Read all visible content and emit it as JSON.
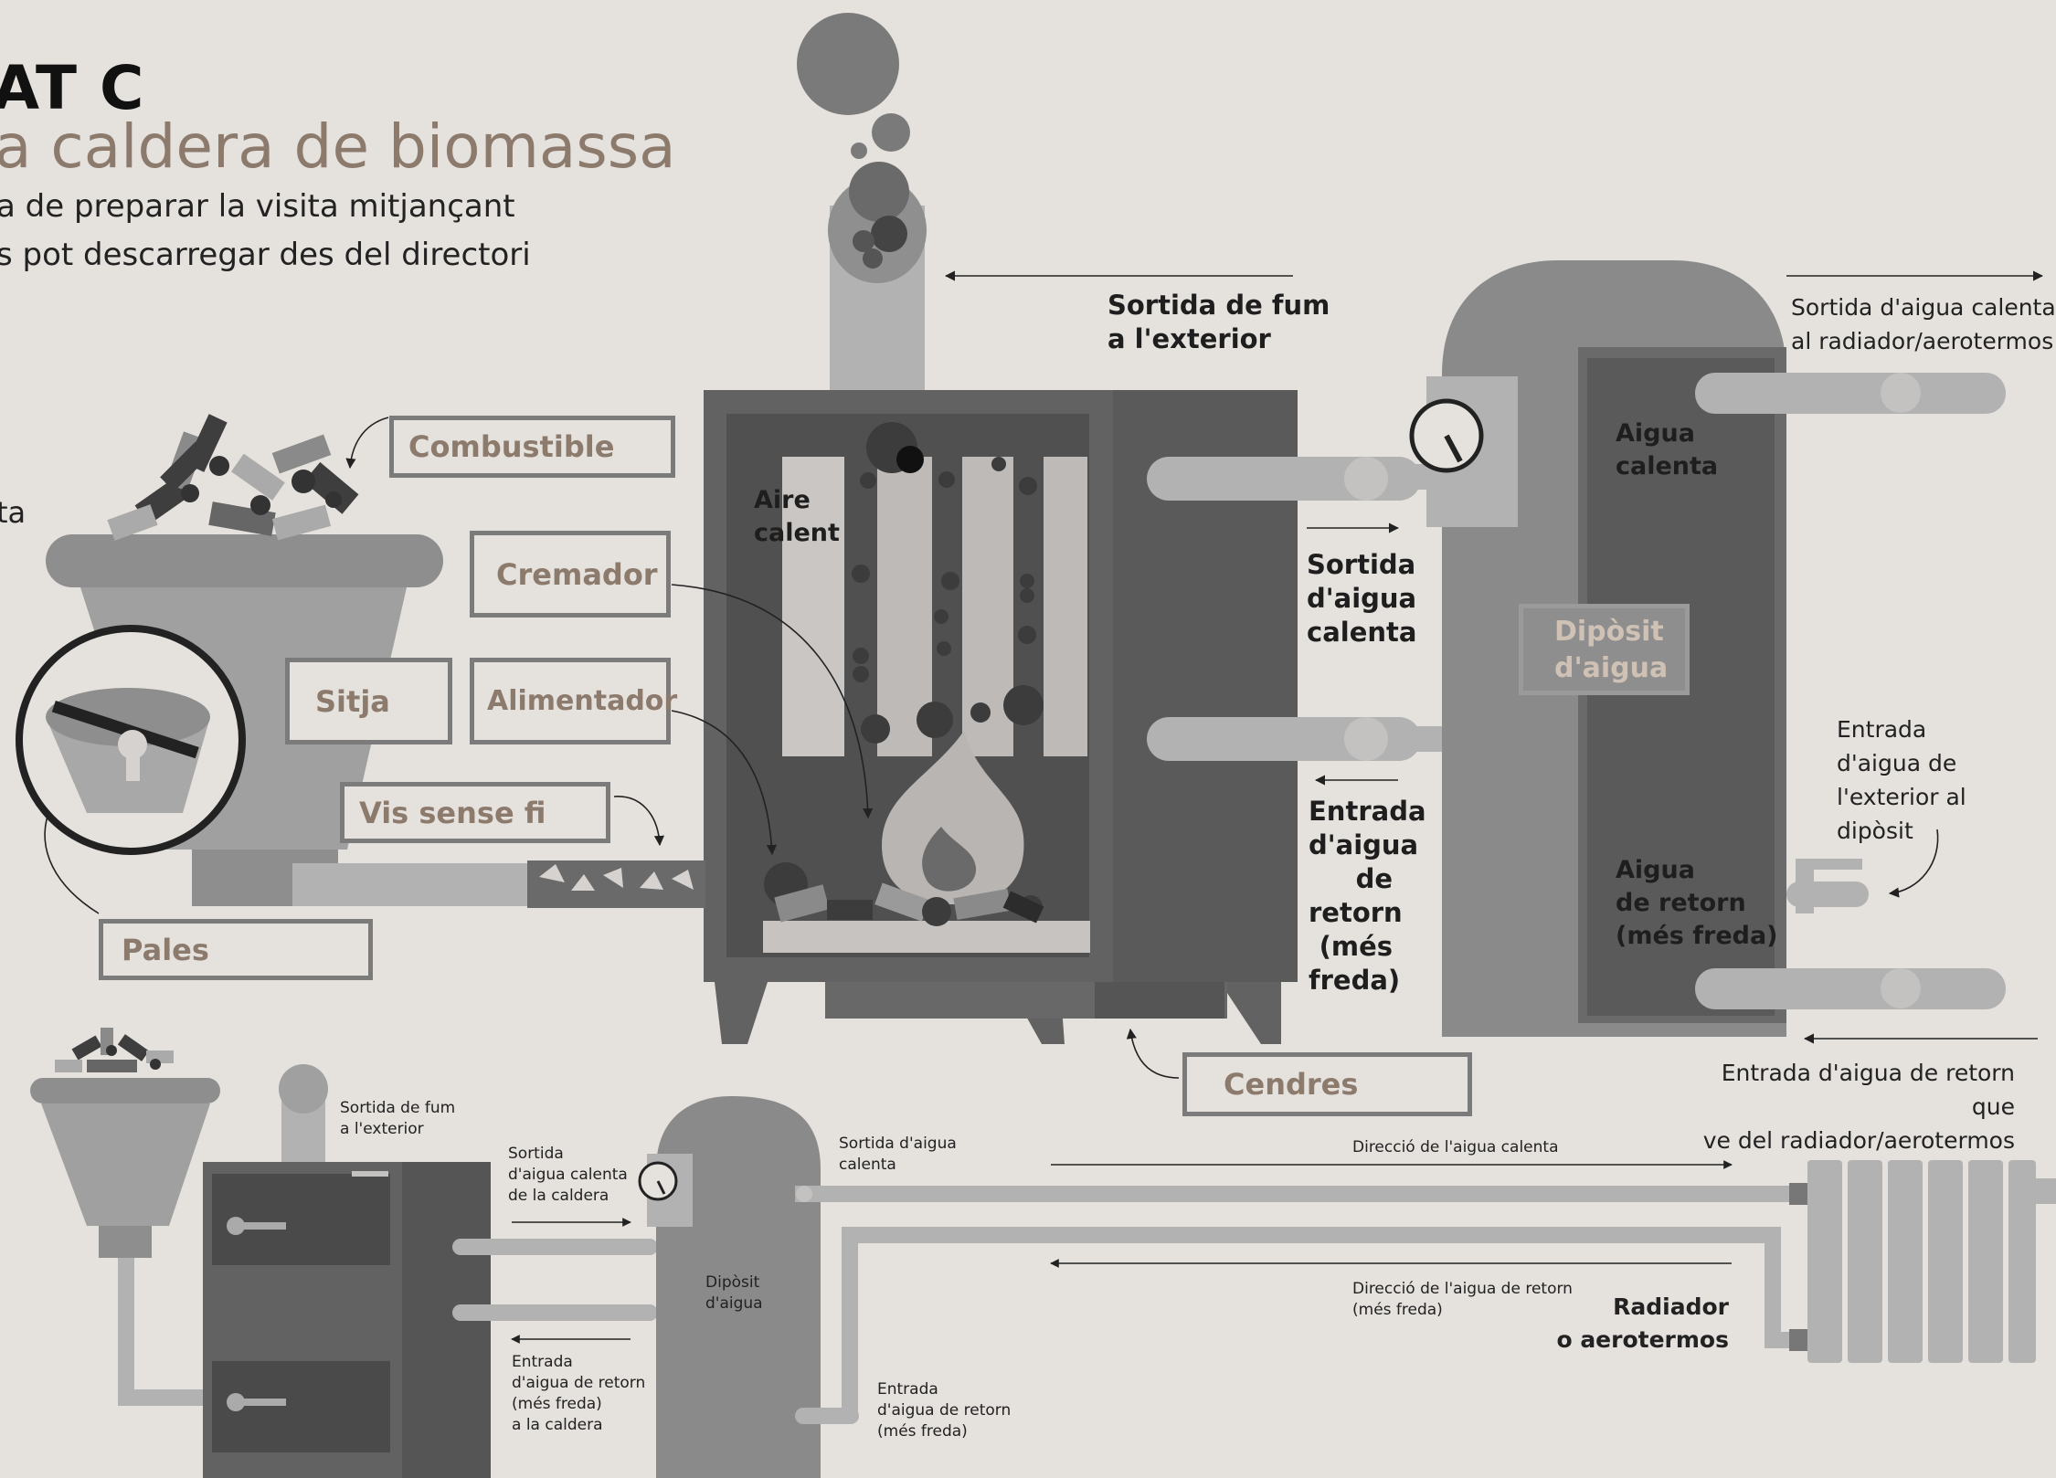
{
  "heading": {
    "title": "AT C",
    "subtitle": "a caldera de biomassa",
    "intro_line1": "a de preparar la visita mitjançant",
    "intro_line2": "s pot descarregar des del directori",
    "fragment": "ta"
  },
  "callouts": {
    "combustible": "Combustible",
    "cremador": "Cremador",
    "sitja": "Sitja",
    "alimentador": "Alimentador",
    "vis_sense_fi": "Vis sense fi",
    "pales": "Pales",
    "cendres": "Cendres",
    "diposit": "Dipòsit\nd'aigua"
  },
  "main_labels": {
    "sortida_fum": "Sortida de fum\na l'exterior",
    "aire_calent": "Aire\ncalent",
    "sortida_aigua_calenta": "Sortida\nd'aigua\ncalenta",
    "entrada_retorn": "Entrada\nd'aigua\nde retorn\n(més\nfreda)",
    "aigua_calenta": "Aigua\ncalenta",
    "aigua_retorn": "Aigua\nde retorn\n(més freda)",
    "sortida_radiador": "Sortida d'aigua calenta\nal radiador/aerotermos",
    "entrada_exterior": "Entrada\nd'aigua de\nl'exterior al\ndipòsit",
    "entrada_retorn_radiador": "Entrada d'aigua de retorn que\nve del radiador/aerotermos"
  },
  "small_labels": {
    "sortida_fum": "Sortida de fum\na l'exterior",
    "sortida_caldera": "Sortida\nd'aigua calenta\nde la caldera",
    "entrada_caldera": "Entrada\nd'aigua de retorn\n(més freda)\na la caldera",
    "diposit": "Dipòsit\nd'aigua",
    "sortida_aigua_calenta": "Sortida d'aigua\ncalenta",
    "entrada_retorn": "Entrada\nd'aigua de retorn\n(més freda)",
    "direccio_calenta": "Direcció de l'aigua calenta",
    "direccio_retorn": "Direcció de l'aigua de retorn\n(més freda)",
    "radiador": "Radiador\no aerotermos"
  },
  "colors": {
    "background": "#e5e1dd",
    "accent_label": "#8c7b6d",
    "dark_grey": "#5c5c5c",
    "mid_grey": "#8a8a8a",
    "light_grey": "#b2b2b2"
  }
}
